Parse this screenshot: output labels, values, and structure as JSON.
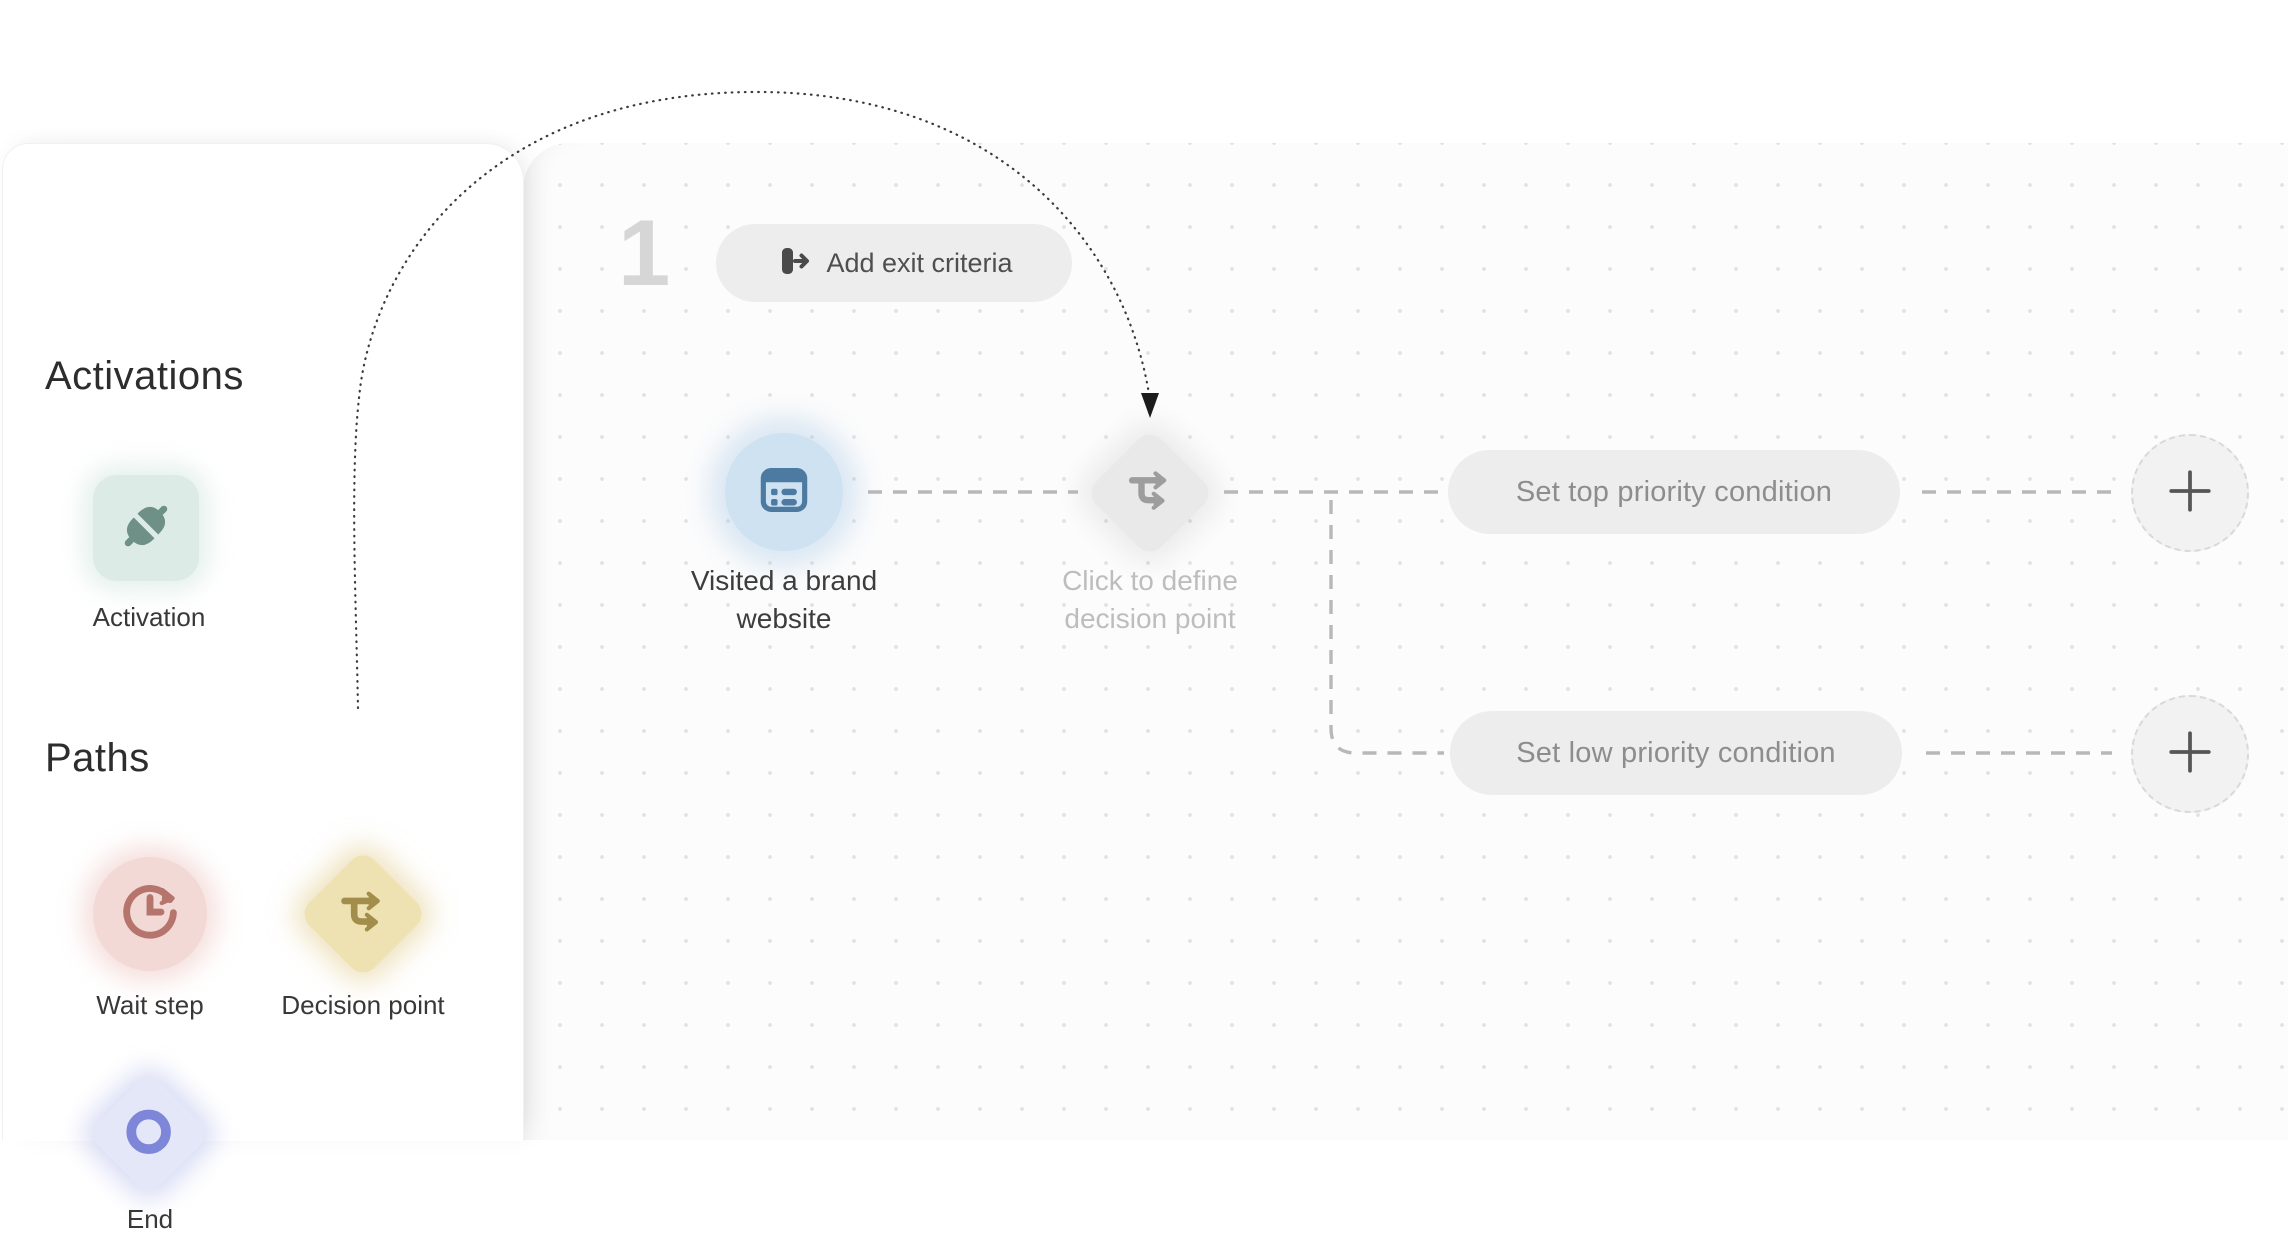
{
  "sidebar": {
    "sections": [
      {
        "title": "Activations",
        "items": [
          {
            "label": "Activation",
            "icon": "plug-icon"
          }
        ]
      },
      {
        "title": "Paths",
        "items": [
          {
            "label": "Wait step",
            "icon": "wait-clock-icon"
          },
          {
            "label": "Decision point",
            "icon": "branch-arrows-icon"
          },
          {
            "label": "End",
            "icon": "end-ring-icon"
          }
        ]
      }
    ]
  },
  "canvas": {
    "step_number": "1",
    "add_exit_button": {
      "label": "Add exit criteria",
      "icon": "exit-arrow-icon"
    },
    "trigger_node": {
      "label": "Visited a brand website",
      "icon": "browser-list-icon"
    },
    "decision_node": {
      "placeholder": "Click to define decision point",
      "icon": "branch-arrows-icon"
    },
    "branches": [
      {
        "label": "Set top priority condition",
        "add_icon": "plus-icon"
      },
      {
        "label": "Set low priority condition",
        "add_icon": "plus-icon"
      }
    ],
    "hint_arrow": {
      "style": "dotted curve with down arrowhead from sidebar Decision point tile to canvas decision node"
    }
  },
  "colors": {
    "activation_bg": "#dcebe6",
    "activation_icon": "#6e9086",
    "wait_bg": "#f3d9d5",
    "wait_icon": "#b5756d",
    "decision_tile_bg": "#eee1b2",
    "decision_tile_icon": "#a38d4a",
    "end_bg": "#e3e7f8",
    "end_icon": "#7d86d8",
    "trigger_bg": "#cfe2f1",
    "trigger_icon": "#4d7aa1",
    "decision_node_bg": "#e9e9e9",
    "decision_node_icon": "#9d9d9d",
    "pill_bg": "#ededed",
    "connector": "#b8b8b8",
    "canvas_dot": "#e2e2e2",
    "step_number": "#d6d6d6"
  }
}
